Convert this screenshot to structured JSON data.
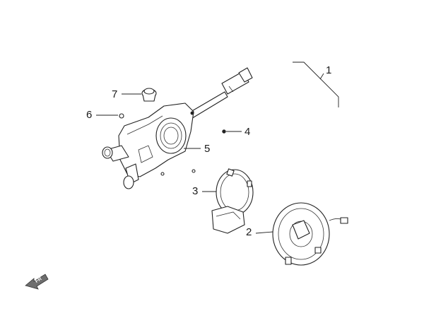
{
  "callouts": {
    "c1": "1",
    "c2": "2",
    "c3": "3",
    "c4": "4",
    "c5": "5",
    "c6": "6",
    "c7": "7"
  },
  "direction_marker": {
    "text": "FR",
    "icon": "front-direction-arrow-icon"
  },
  "colors": {
    "line": "#222222",
    "background": "#ffffff",
    "arrow_fill": "#6e6e6e"
  }
}
